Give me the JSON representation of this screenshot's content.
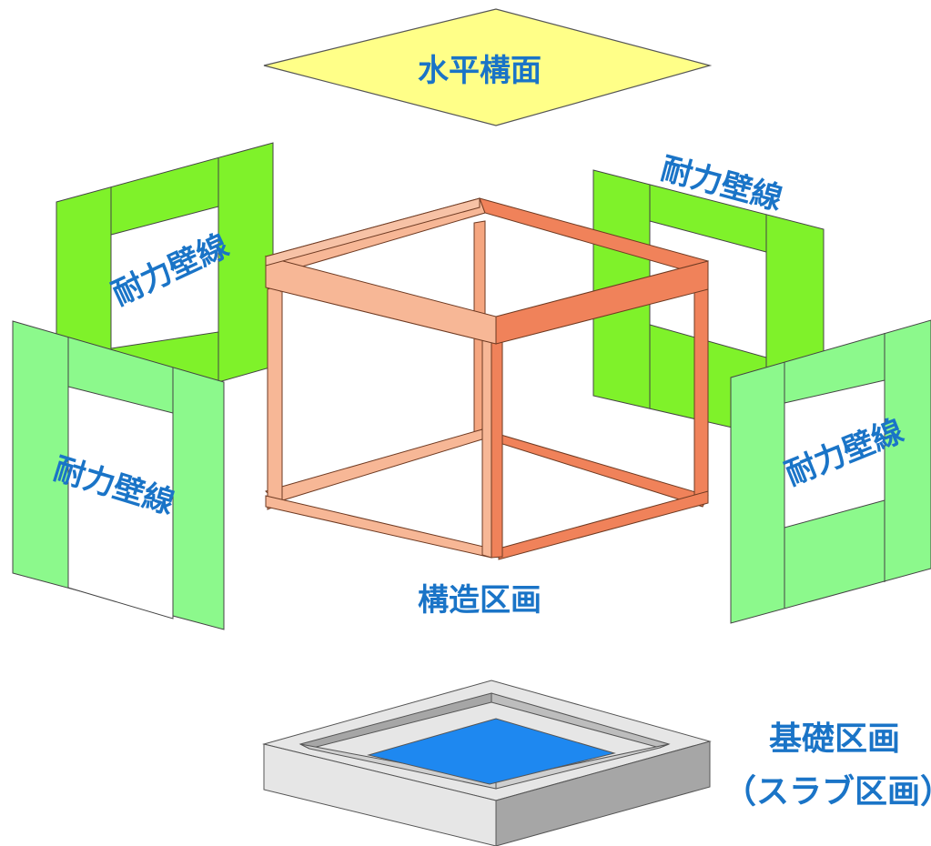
{
  "labels": {
    "horizontal_plane": "水平構面",
    "structural_section": "構造区画",
    "foundation_section": "基礎区画",
    "slab_section": "（スラブ区画）",
    "wall_top_left": "耐力壁線",
    "wall_top_right": "耐力壁線",
    "wall_bottom_left": "耐力壁線",
    "wall_bottom_right": "耐力壁線"
  },
  "colors": {
    "label_text": "#1a74c7",
    "horizontal_plane_fill": "#ffff88",
    "wall_back_fill": "#7ff22a",
    "wall_front_fill": "#8cf98c",
    "frame_fill": "#f0825a",
    "frame_light": "#f7b796",
    "foundation_light": "#e6e6e6",
    "foundation_dark": "#a6a6a6",
    "slab_fill": "#1e88f0"
  }
}
